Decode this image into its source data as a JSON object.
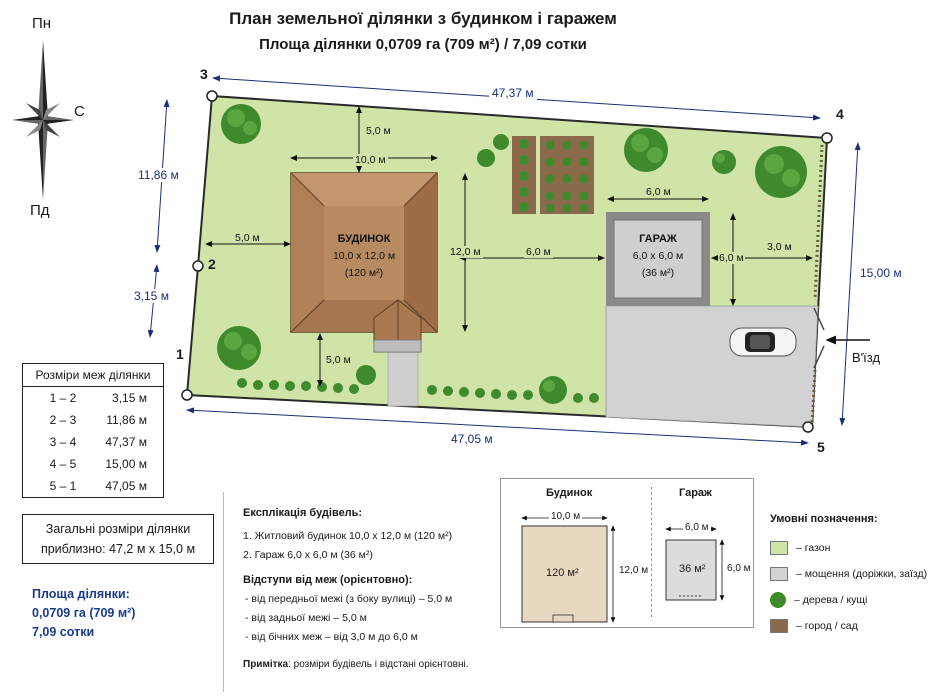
{
  "title": "План земельної ділянки з будинком і гаражем",
  "subtitle": "Площа ділянки 0,0709 га (709 м²) / 7,09 сотки",
  "compass": {
    "north": "Пн",
    "east": "С",
    "south": "Пд"
  },
  "corners": [
    "1",
    "2",
    "3",
    "4",
    "5"
  ],
  "boundary_dims": {
    "top": "47,37 м",
    "bottom": "47,05 м",
    "right": "15,00 м",
    "left_upper": "11,86 м",
    "left_lower": "3,15 м"
  },
  "house": {
    "title": "БУДИНОК",
    "size": "10,0 х 12,0 м",
    "area": "(120 м²)",
    "width_dim": "10,0 м",
    "height_dim": "12,0 м",
    "setback_top": "5,0 м",
    "setback_left": "5,0 м",
    "setback_bottom": "5,0 м"
  },
  "garage": {
    "title": "ГАРАЖ",
    "size": "6,0 х 6,0 м",
    "area": "(36 м²)",
    "width_dim": "6,0 м",
    "height_dim": "6,0 м",
    "setback_right": "3,0 м"
  },
  "gap_dim": "6,0 м",
  "entry_label": "В'їзд",
  "boundary_table": {
    "header": "Розміри меж ділянки",
    "rows": [
      {
        "k": "1 – 2",
        "v": "3,15 м"
      },
      {
        "k": "2 – 3",
        "v": "11,86 м"
      },
      {
        "k": "3 – 4",
        "v": "47,37 м"
      },
      {
        "k": "4 – 5",
        "v": "15,00 м"
      },
      {
        "k": "5 – 1",
        "v": "47,05 м"
      }
    ]
  },
  "total": {
    "line1": "Загальні розміри ділянки",
    "line2": "приблизно: 47,2 м х 15,0 м"
  },
  "area": {
    "line1": "Площа ділянки:",
    "line2": "0,0709 га (709 м²)",
    "line3": "7,09 сотки"
  },
  "explication": {
    "header": "Експлікація будівель:",
    "item1": "1. Житловий будинок 10,0 х 12,0 м (120 м²)",
    "item2": "2. Гараж 6,0 х 6,0 м (36 м²)",
    "setbacks_header": "Відступи від меж (орієнтовно):",
    "setback1": "- від передньої межі (з боку вулиці) – 5,0 м",
    "setback2": "- від задньої межі – 5,0 м",
    "setback3": "- від бічних меж – від 3,0 м до 6,0 м",
    "note_label": "Примітка",
    "note": ": розміри будівель і відстані орієнтовні."
  },
  "detail_house": {
    "title": "Будинок",
    "w": "10,0 м",
    "h": "12,0 м",
    "area": "120 м²"
  },
  "detail_garage": {
    "title": "Гараж",
    "w": "6,0 м",
    "h": "6,0 м",
    "area": "36 м²"
  },
  "legend": {
    "header": "Умовні позначення:",
    "items": [
      "– газон",
      "– мощення (доріжки, заїзд)",
      "– дерева / кущі",
      "– город / сад"
    ]
  },
  "colors": {
    "lawn": "#cfe4a6",
    "paving": "#cfcfcf",
    "roof": "#b88a62",
    "dim_blue": "#1a2f7a"
  }
}
